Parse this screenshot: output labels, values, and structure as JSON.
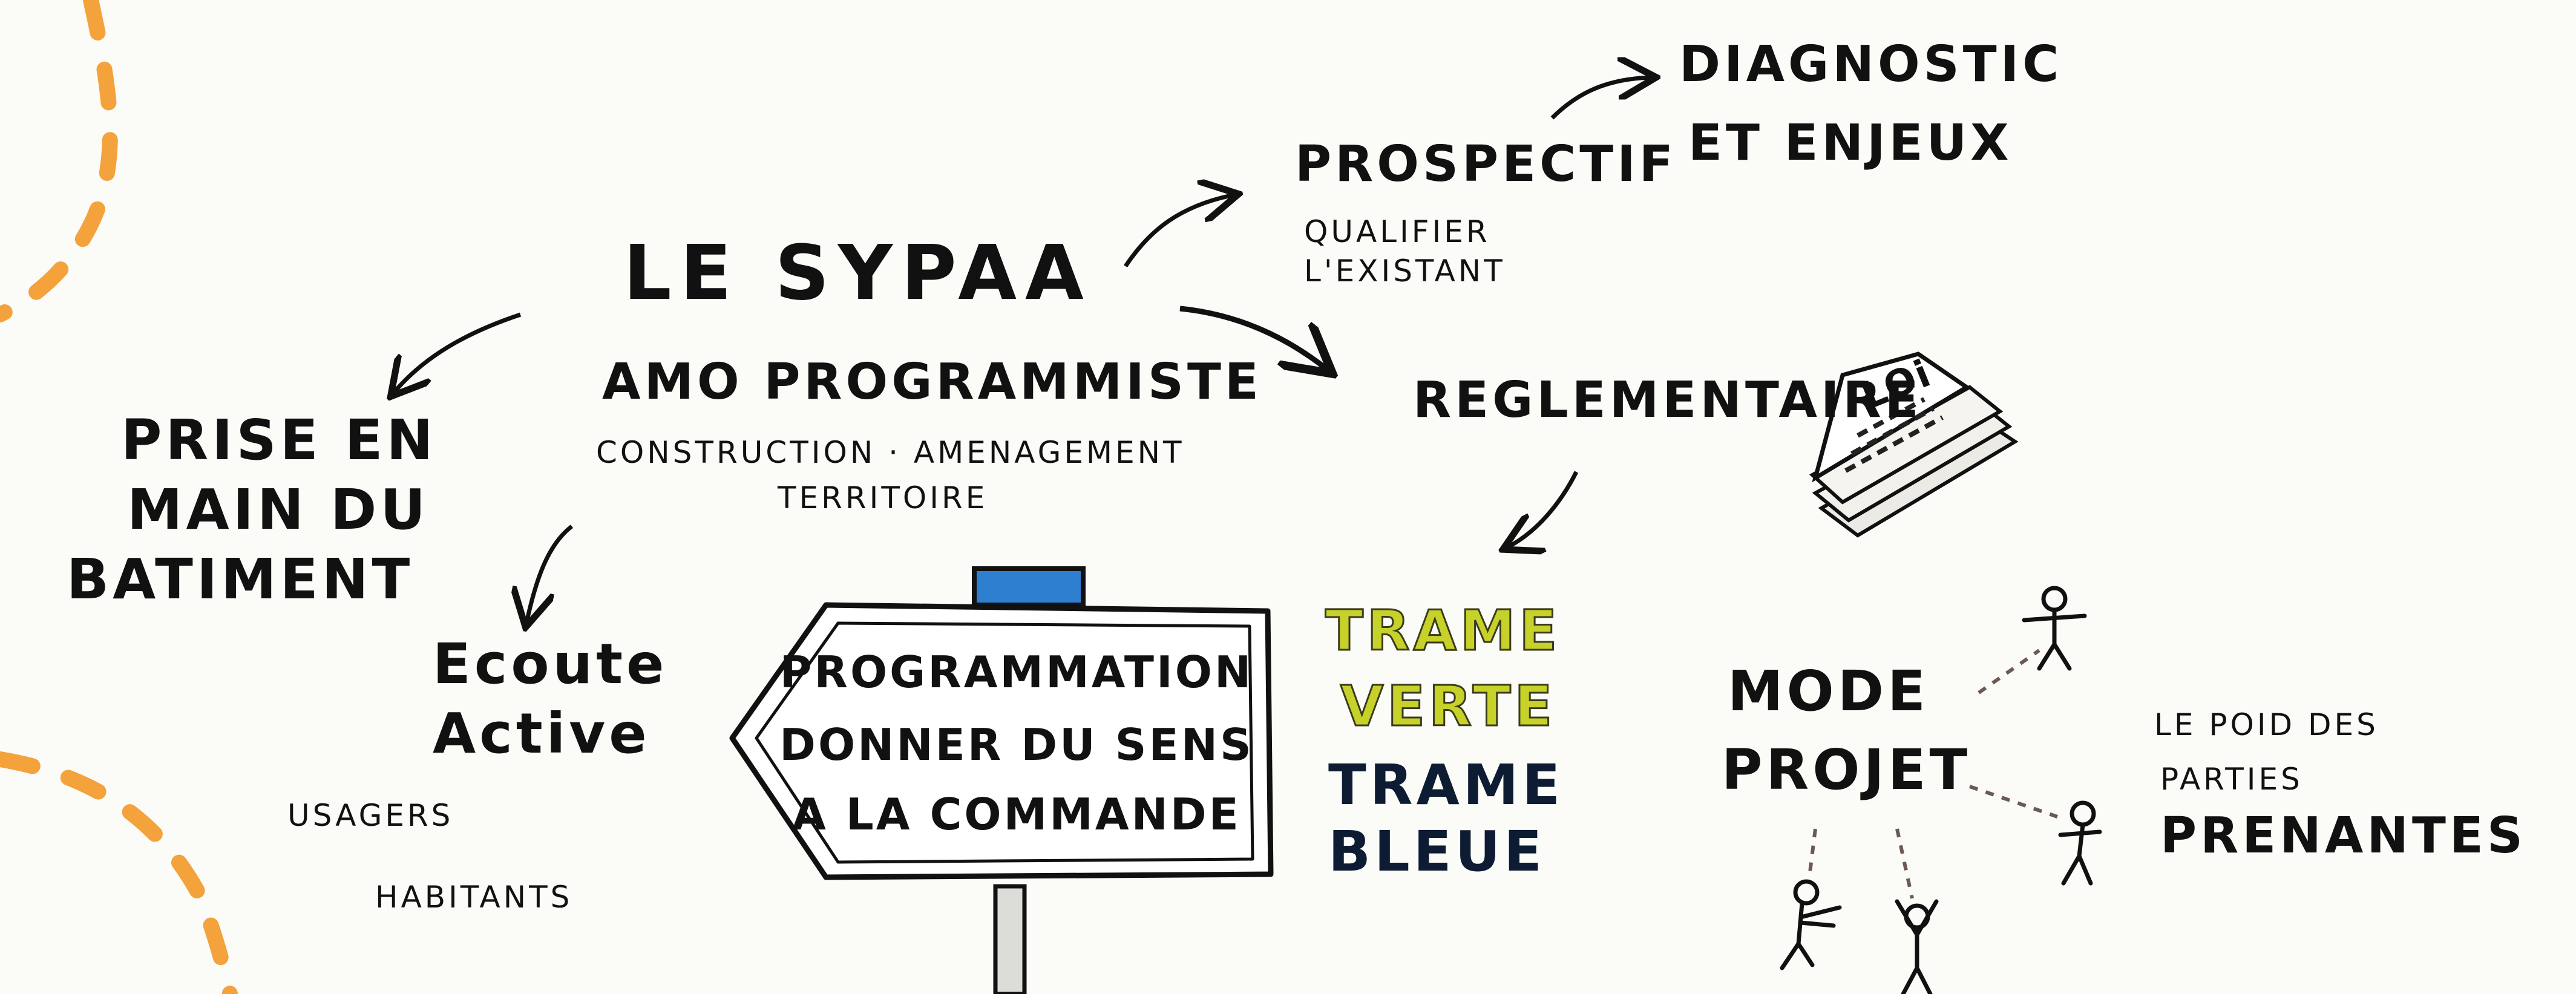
{
  "title": "LE SYPAA",
  "subtitle": "AMO PROGRAMMISTE",
  "scope": {
    "line1": "CONSTRUCTION · AMENAGEMENT",
    "line2": "TERRITOIRE"
  },
  "prospectif": {
    "label": "PROSPECTIF",
    "sub1": "QUALIFIER",
    "sub2": "L'EXISTANT"
  },
  "diagnostic": {
    "line1": "DIAGNOSTIC",
    "line2": "ET ENJEUX"
  },
  "reglementaire": {
    "label": "REGLEMENTAIRE",
    "book_label": "LOi"
  },
  "prise_en_main": {
    "line1": "PRISE EN",
    "line2": "MAIN DU",
    "line3": "BATIMENT"
  },
  "ecoute": {
    "line1": "Ecoute",
    "line2": "Active",
    "sub1": "USAGERS",
    "sub2": "HABiTANTS"
  },
  "signpost": {
    "line1": "PROGRAMMATION",
    "line2": "DONNER DU SENS",
    "line3": "A LA COMMANDE"
  },
  "trame": {
    "verte1": "TRAME",
    "verte2": "VERTE",
    "bleue1": "TRAME",
    "bleue2": "BLEUE"
  },
  "mode_projet": {
    "line1": "MODE",
    "line2": "PROJET"
  },
  "parties": {
    "line1": "LE POID DES",
    "line2": "PARTIES",
    "line3": "PRENANTES"
  },
  "colors": {
    "ink": "#111111",
    "orange_dash": "#f3a23c",
    "sign_blue": "#2f7fd0",
    "trame_verte": "#c6d12a",
    "trame_bleue": "#0e1c33"
  },
  "icons": [
    "orange-dashed-path",
    "law-book-stack",
    "signpost",
    "stick-figure"
  ]
}
